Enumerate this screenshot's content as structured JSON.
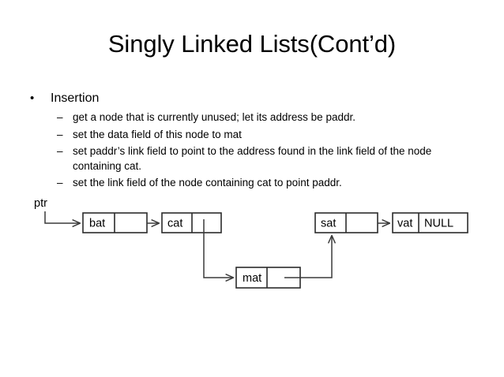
{
  "slide": {
    "title": "Singly Linked Lists(Cont’d)",
    "bullets": [
      {
        "level": 1,
        "marker": "•",
        "text": "Insertion"
      },
      {
        "level": 2,
        "marker": "–",
        "text": "get a node that is currently unused; let its address be paddr."
      },
      {
        "level": 2,
        "marker": "–",
        "text": "set the data field of this node to mat"
      },
      {
        "level": 2,
        "marker": "–",
        "text": "set paddr’s link field to point to the address found in the link field of the node containing cat."
      },
      {
        "level": 2,
        "marker": "–",
        "text": "set the link field of the node containing cat to point paddr."
      }
    ]
  },
  "diagram": {
    "pointer_label": "ptr",
    "nodes": [
      {
        "id": "bat",
        "data": "bat",
        "link": ""
      },
      {
        "id": "cat",
        "data": "cat",
        "link": ""
      },
      {
        "id": "sat",
        "data": "sat",
        "link": ""
      },
      {
        "id": "vat",
        "data": "vat",
        "link": "NULL"
      },
      {
        "id": "mat",
        "data": "mat",
        "link": ""
      }
    ],
    "colors": {
      "box_stroke": "#2b2b2b",
      "line": "#3a3a3a",
      "background": "#ffffff",
      "text": "#000000"
    }
  }
}
